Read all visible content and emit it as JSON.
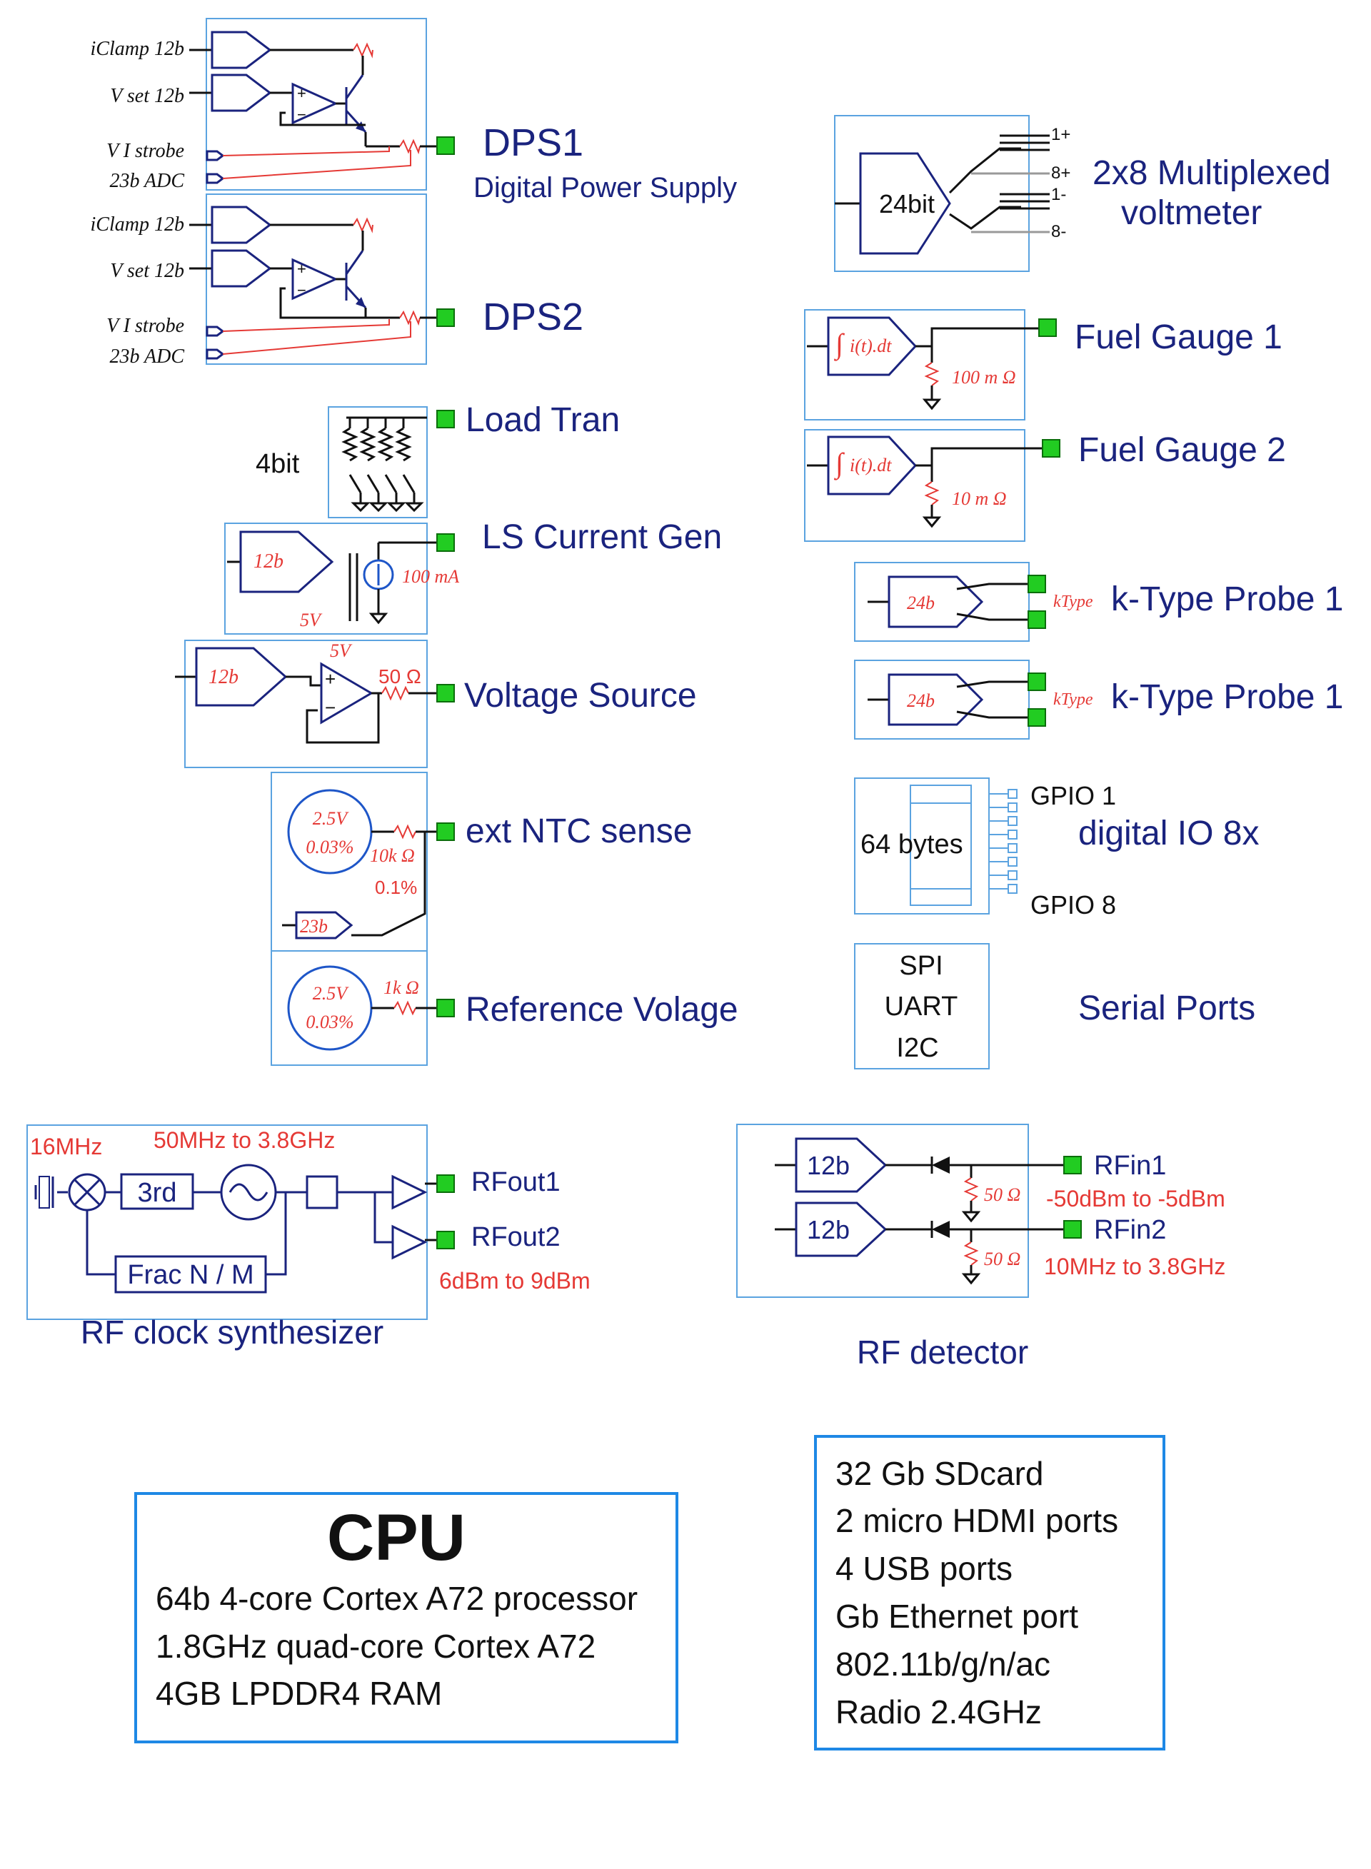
{
  "dps": {
    "dps1_label": "DPS1",
    "dps1_sub": "Digital Power Supply",
    "dps2_label": "DPS2",
    "iclamp": "iClamp  12b",
    "vset": "V set 12b",
    "vistrobe": "V I strobe",
    "adc": "23b  ADC"
  },
  "voltmeter": {
    "bits": "24bit",
    "title1": "2x8 Multiplexed",
    "title2": "voltmeter",
    "p1p": "1+",
    "p8p": "8+",
    "p1m": "1-",
    "p8m": "8-"
  },
  "fuel": {
    "integral": "i(t).dt",
    "g1": "Fuel Gauge 1",
    "g2": "Fuel Gauge 2",
    "r1": "100 m Ω",
    "r2": "10 m Ω"
  },
  "load": {
    "bits": "4bit",
    "label": "Load Tran"
  },
  "ls": {
    "label": "LS Current Gen",
    "dac": "12b",
    "current": "100 mA",
    "v": "5V"
  },
  "vsrc": {
    "label": "Voltage Source",
    "dac": "12b",
    "v": "5V",
    "r": "50 Ω"
  },
  "ntc": {
    "label": "ext NTC sense",
    "ref_v": "2.5V",
    "ref_tol": "0.03%",
    "r": "10k Ω",
    "r_tol": "0.1%",
    "adc": "23b"
  },
  "vref": {
    "label": "Reference Volage",
    "ref_v": "2.5V",
    "ref_tol": "0.03%",
    "r": "1k Ω"
  },
  "ktype": {
    "adc": "24b",
    "tag": "kType",
    "p1": "k-Type  Probe 1",
    "p2": "k-Type  Probe 1"
  },
  "gpio": {
    "mem": "64 bytes",
    "g1": "GPIO 1",
    "g8": "GPIO 8",
    "label": "digital IO  8x"
  },
  "serial": {
    "spi": "SPI",
    "uart": "UART",
    "i2c": "I2C",
    "label": "Serial Ports"
  },
  "rfclk": {
    "xtal": "16MHz",
    "range": "50MHz to 3.8GHz",
    "third": "3rd",
    "frac": "Frac N / M",
    "out1": "RFout1",
    "out2": "RFout2",
    "power": "6dBm to 9dBm",
    "title": "RF clock synthesizer"
  },
  "rfdet": {
    "adc": "12b",
    "r": "50 Ω",
    "in1": "RFin1",
    "in2": "RFin2",
    "power": "-50dBm to -5dBm",
    "freq": "10MHz to 3.8GHz",
    "title": "RF detector"
  },
  "cpu": {
    "title": "CPU",
    "lines": [
      "64b 4-core Cortex A72 processor",
      "1.8GHz  quad-core Cortex A72",
      "4GB LPDDR4 RAM"
    ]
  },
  "periph": {
    "lines": [
      "32 Gb SDcard",
      "2 micro HDMI ports",
      "4 USB ports",
      "Gb Ethernet port",
      "802.11b/g/n/ac",
      "Radio 2.4GHz"
    ]
  }
}
